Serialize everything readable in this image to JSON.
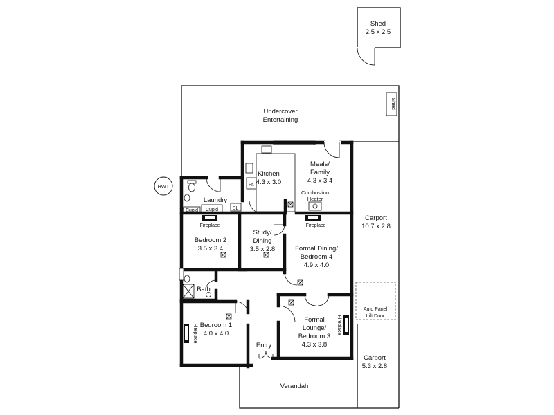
{
  "rooms": {
    "shed": {
      "name": "Shed",
      "size": "2.5 x 2.5"
    },
    "shed_small": {
      "name": "Shed"
    },
    "undercover": {
      "line1": "Undercover",
      "line2": "Entertaining"
    },
    "kitchen": {
      "name": "Kitchen",
      "size": "4.3 x 3.0"
    },
    "meals": {
      "line1": "Meals/",
      "line2": "Family",
      "size": "4.3 x 3.4"
    },
    "combustion": {
      "line1": "Combustion",
      "line2": "Heater"
    },
    "laundry": {
      "name": "Laundry"
    },
    "cupd_left": {
      "name": "Cup'd"
    },
    "cupd_right": {
      "name": "Cup'd"
    },
    "sl": {
      "name": "SL"
    },
    "fr": {
      "name": "Fr."
    },
    "rwt": {
      "name": "RWT"
    },
    "bedroom2": {
      "name": "Bedroom 2",
      "size": "3.5 x 3.4"
    },
    "study": {
      "line1": "Study/",
      "line2": "Dining",
      "size": "3.5 x 2.8"
    },
    "formal_dining": {
      "line1": "Formal Dining/",
      "line2": "Bedroom 4",
      "size": "4.9 x 4.0"
    },
    "carport_main": {
      "name": "Carport",
      "size": "10.7 x 2.8"
    },
    "auto_panel": {
      "line1": "Auto Panel",
      "line2": "Lift Door"
    },
    "bath": {
      "name": "Bath"
    },
    "bedroom1": {
      "name": "Bedroom 1",
      "size": "4.0 x 4.0"
    },
    "formal_lounge": {
      "line1": "Formal",
      "line2": "Lounge/",
      "line3": "Bedroom 3",
      "size": "4.3 x 3.8"
    },
    "carport_small": {
      "name": "Carport",
      "size": "5.3 x 2.8"
    },
    "entry": {
      "name": "Entry"
    },
    "verandah": {
      "name": "Verandah"
    }
  },
  "fireplaces": {
    "bedroom2": "Fireplace",
    "formal_dining": "Fireplace",
    "bedroom1": "Fireplace",
    "formal_lounge": "Fireplace"
  }
}
